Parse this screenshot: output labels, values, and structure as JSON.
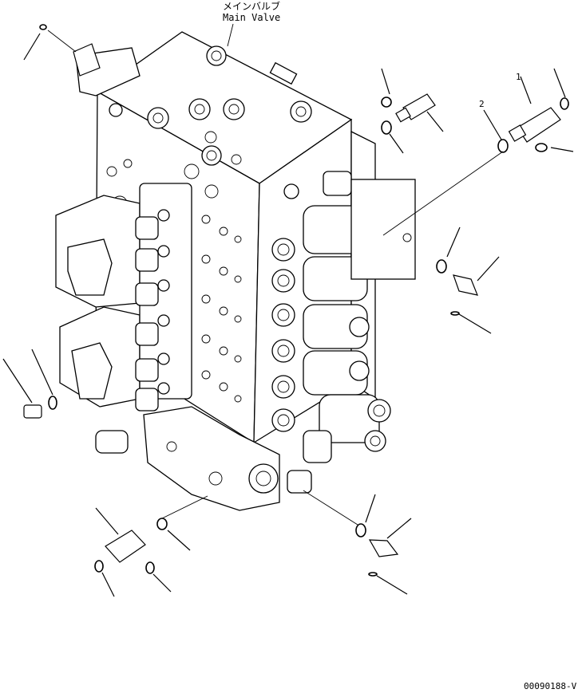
{
  "title_jp": "メインバルブ",
  "title_en": "Main Valve",
  "item_labels": {
    "one": "1",
    "two": "2"
  },
  "document_id": "00090188-V"
}
